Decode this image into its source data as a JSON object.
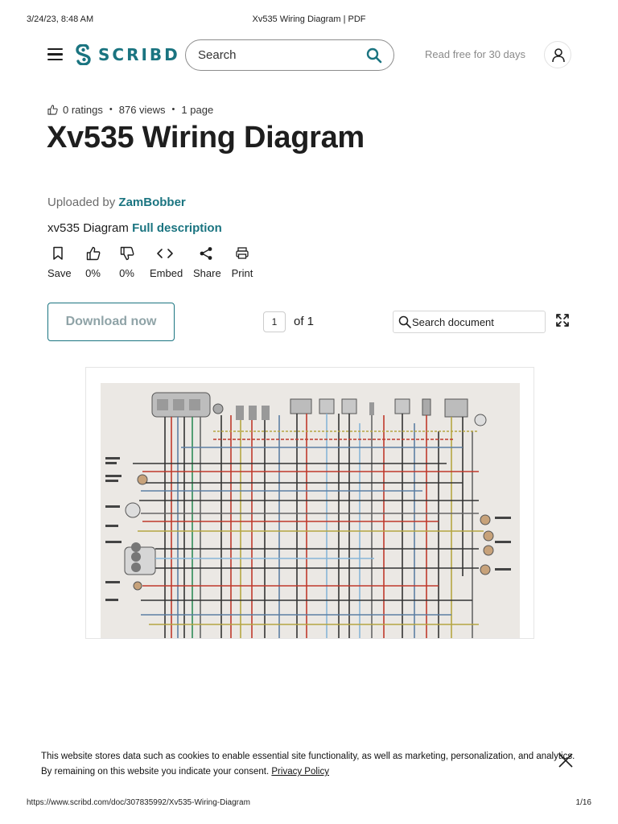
{
  "print_header": {
    "timestamp": "3/24/23, 8:48 AM",
    "title": "Xv535 Wiring Diagram | PDF"
  },
  "topbar": {
    "logo_text": "SCRIBD",
    "search_placeholder": "Search",
    "read_free_label": "Read free for 30 days"
  },
  "document": {
    "ratings": "0 ratings",
    "views": "876 views",
    "pages": "1 page",
    "title": "Xv535 Wiring Diagram",
    "uploaded_prefix": "Uploaded by",
    "author": "ZamBobber",
    "description": "xv535 Diagram",
    "full_description_label": "Full description"
  },
  "actions": [
    {
      "label": "Save",
      "icon": "bookmark-icon"
    },
    {
      "label": "0%",
      "icon": "thumbs-up-icon"
    },
    {
      "label": "0%",
      "icon": "thumbs-down-icon"
    },
    {
      "label": "Embed",
      "icon": "code-icon"
    },
    {
      "label": "Share",
      "icon": "share-icon"
    },
    {
      "label": "Print",
      "icon": "printer-icon"
    }
  ],
  "viewer": {
    "download_label": "Download now",
    "current_page": "1",
    "of_pages": "of 1",
    "search_doc_placeholder": "Search document"
  },
  "cookie": {
    "line1": "This website stores data such as cookies to enable essential site functionality, as well as marketing, personalization, and analytics.",
    "line2": "By remaining on this website you indicate your consent.",
    "privacy_link": "Privacy Policy"
  },
  "print_footer": {
    "url": "https://www.scribd.com/doc/307835992/Xv535-Wiring-Diagram",
    "page": "1/16"
  },
  "colors": {
    "brand": "#1a7480",
    "text": "#1e1e1e",
    "muted": "#6b6b6b"
  }
}
